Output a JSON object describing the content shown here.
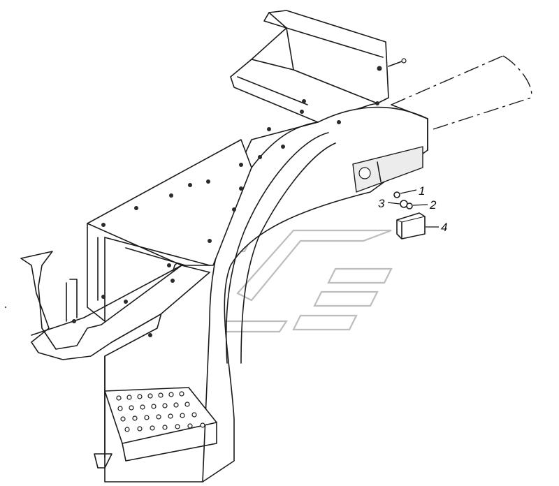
{
  "diagram": {
    "callouts": [
      {
        "label": "1"
      },
      {
        "label": "2"
      },
      {
        "label": "3"
      },
      {
        "label": "4"
      }
    ],
    "colors": {
      "line": "#1a1a1a",
      "watermark": "#bdbdbd",
      "background": "#ffffff"
    }
  }
}
